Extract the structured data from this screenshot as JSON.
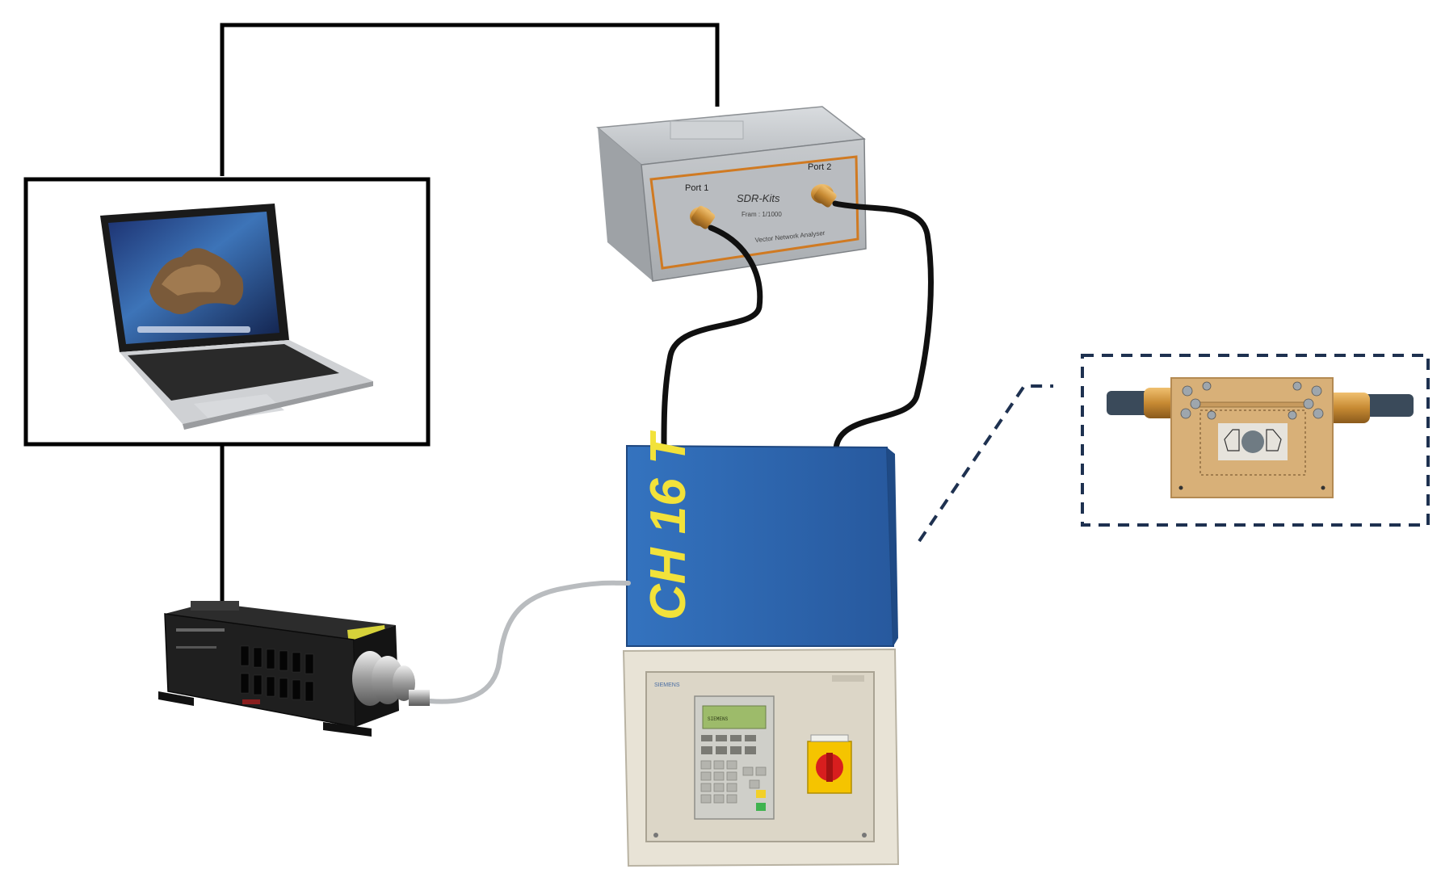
{
  "diagram": {
    "vna": {
      "port1_label": "Port 1",
      "port2_label": "Port 2",
      "brand_label": "SDR-Kits",
      "sub_label": "Fram : 1/1000",
      "footer_label": "Vector Network Analyser"
    },
    "furnace": {
      "handwritten_label": "CH 16 T",
      "brand_label": "SIEMENS",
      "display_label": "SIEMENS"
    },
    "colors": {
      "line": "#000000",
      "cable": "#101010",
      "fiber": "#b9bcbf",
      "dashed": "#1e3150",
      "furnace_blue": "#2f68b4",
      "furnace_label": "#f2e23a",
      "panel_beige": "#e8e3d6",
      "pcb": "#d8b078"
    },
    "icons": [
      "laptop-icon",
      "laser-source-icon",
      "vna-icon",
      "furnace-icon",
      "sensor-pcb-icon"
    ]
  }
}
